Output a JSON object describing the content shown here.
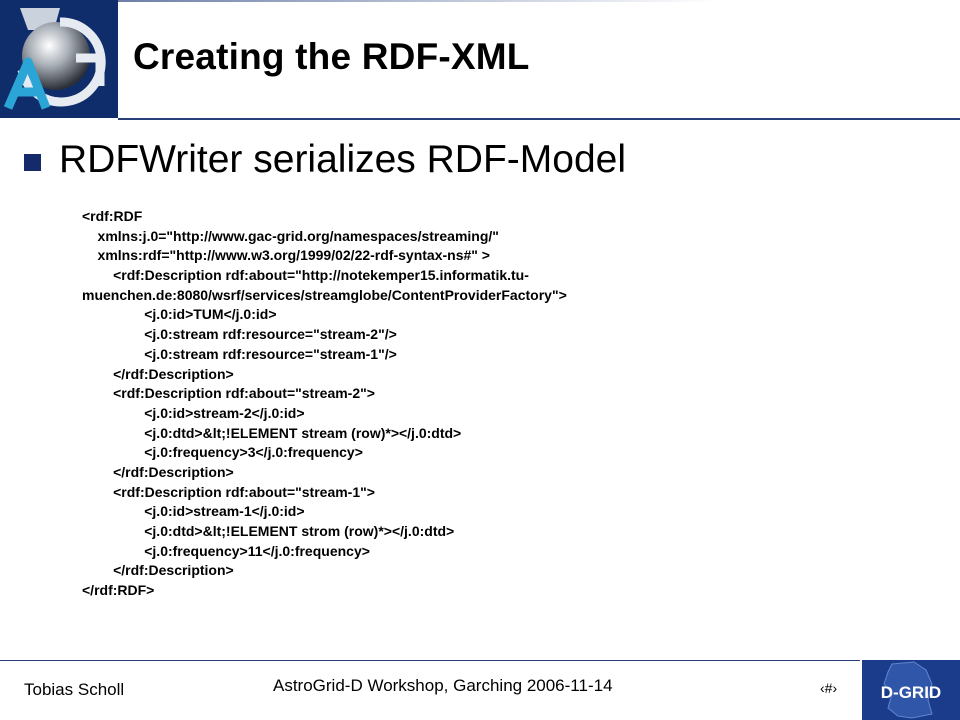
{
  "slide": {
    "title": "Creating the RDF-XML",
    "bullet": "RDFWriter serializes RDF-Model",
    "code_lines": [
      "<rdf:RDF",
      "    xmlns:j.0=\"http://www.gac-grid.org/namespaces/streaming/\"",
      "    xmlns:rdf=\"http://www.w3.org/1999/02/22-rdf-syntax-ns#\" >",
      "        <rdf:Description rdf:about=\"http://notekemper15.informatik.tu-",
      "muenchen.de:8080/wsrf/services/streamglobe/ContentProviderFactory\">",
      "                <j.0:id>TUM</j.0:id>",
      "                <j.0:stream rdf:resource=\"stream-2\"/>",
      "                <j.0:stream rdf:resource=\"stream-1\"/>",
      "        </rdf:Description>",
      "        <rdf:Description rdf:about=\"stream-2\">",
      "                <j.0:id>stream-2</j.0:id>",
      "                <j.0:dtd>&lt;!ELEMENT stream (row)*></j.0:dtd>",
      "                <j.0:frequency>3</j.0:frequency>",
      "        </rdf:Description>",
      "        <rdf:Description rdf:about=\"stream-1\">",
      "                <j.0:id>stream-1</j.0:id>",
      "                <j.0:dtd>&lt;!ELEMENT strom (row)*></j.0:dtd>",
      "                <j.0:frequency>11</j.0:frequency>",
      "        </rdf:Description>",
      "</rdf:RDF>"
    ]
  },
  "footer": {
    "author": "Tobias Scholl",
    "event": "AstroGrid-D Workshop, Garching 2006-11-14",
    "page": "‹#›"
  },
  "logos": {
    "left_letters": "AG",
    "right_text": "D-GRID"
  },
  "colors": {
    "navy": "#152a6a",
    "logo_bg": "#0f2d6b",
    "dgrid_bg": "#1b3c8a"
  }
}
